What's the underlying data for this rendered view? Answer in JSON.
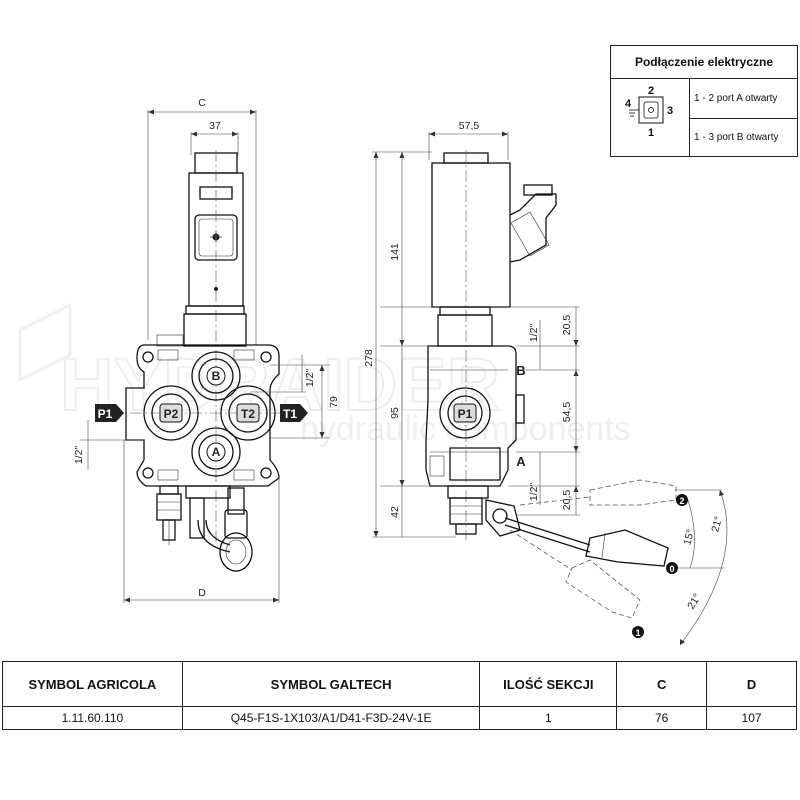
{
  "watermark": {
    "brand": "HYDRAIDER",
    "tagline": "hydraulic components"
  },
  "electrical": {
    "title": "Podłączenie elektryczne",
    "pins": [
      "1",
      "2",
      "3",
      "4"
    ],
    "rows": [
      "1 - 2 port A otwarty",
      "1 - 3 port B otwarty"
    ]
  },
  "front_view": {
    "ports": {
      "b": "B",
      "a": "A",
      "p2": "P2",
      "t2": "T2",
      "p1": "P1",
      "t1": "T1"
    },
    "dims": {
      "c": "C",
      "d": "D",
      "width_37": "37",
      "thread_right": "1/2\"",
      "height_79": "79",
      "thread_left": "1/2\""
    }
  },
  "side_view": {
    "ports": {
      "b": "B",
      "a": "A",
      "p1": "P1"
    },
    "dims": {
      "width_57_5": "57,5",
      "h141": "141",
      "h278": "278",
      "h95": "95",
      "h42": "42",
      "top_thread": "1/2\"",
      "bottom_thread": "1/2\"",
      "top_20_5": "20,5",
      "mid_54_5": "54,5",
      "bot_20_5": "20,5"
    },
    "lever": {
      "positions": [
        "0",
        "1",
        "2"
      ],
      "angles": {
        "a15": "15°",
        "a21_upper": "21°",
        "a21_lower": "21°"
      }
    }
  },
  "table": {
    "headers": [
      "SYMBOL AGRICOLA",
      "SYMBOL GALTECH",
      "ILOŚĆ SEKCJI",
      "C",
      "D"
    ],
    "rows": [
      [
        "1.11.60.110",
        "Q45-F1S-1X103/A1/D41-F3D-24V-1E",
        "1",
        "76",
        "107"
      ]
    ]
  }
}
